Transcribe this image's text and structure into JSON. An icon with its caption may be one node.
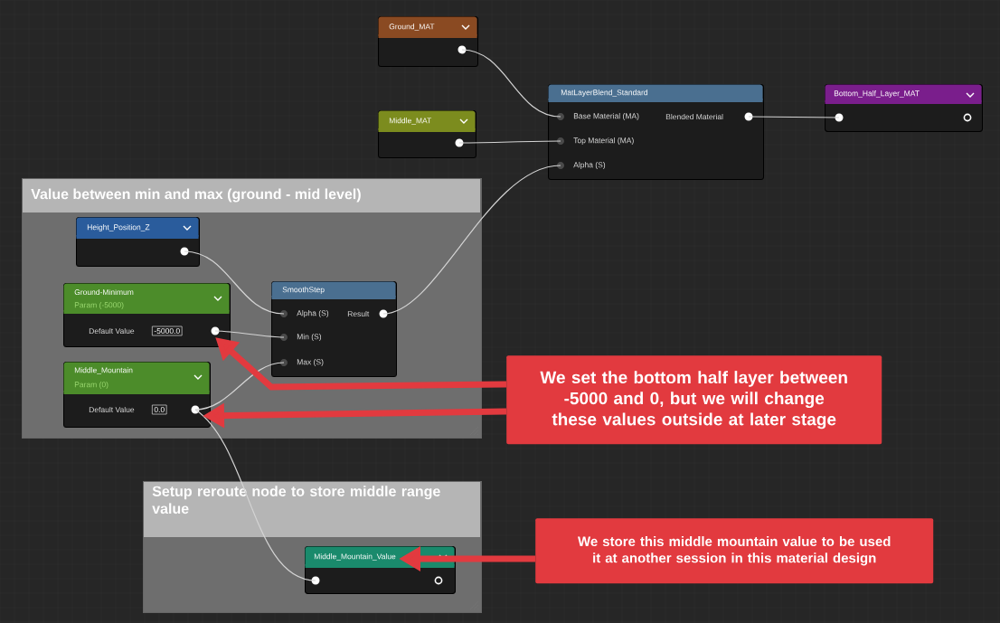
{
  "diagram": {
    "nodes": [
      {
        "text": [
          "Ground_MAT"
        ]
      },
      {
        "text": [
          "Middle_MAT"
        ]
      },
      {
        "text": [
          "MatLayerBlend_Standard",
          "Base Material (MA)",
          "Blended Material",
          "Top Material (MA)",
          "Alpha (S)"
        ]
      },
      {
        "text": [
          "Bottom_Half_Layer_MAT"
        ]
      },
      {
        "text": [
          "Value between min and max (ground - mid level)"
        ]
      },
      {
        "text": [
          "Height_Position_Z"
        ],
        "in": 4
      },
      {
        "text": [
          "Ground-Minimum",
          "Param (-5000)",
          "Default Value",
          "-5000.0"
        ],
        "in": 4
      },
      {
        "text": [
          "Middle_Mountain",
          "Param (0)",
          "Default Value",
          "0.0"
        ],
        "in": 4
      },
      {
        "text": [
          "SmoothStep",
          "Alpha (S)",
          "Result",
          "Min (S)",
          "Max (S)"
        ],
        "in": 4
      },
      {
        "text": [
          "Setup reroute node to store middle range value"
        ]
      },
      {
        "text": [
          "Middle_Mountain_Value"
        ],
        "in": 9
      },
      {
        "text": [
          "We set the bottom half layer between -5000 and 0, but we will change these values outside at later stage"
        ]
      },
      {
        "text": [
          "We store this middle mountain value to be used it at another session in this material design"
        ]
      }
    ],
    "edges": [
      {
        "from": 0,
        "to": 2,
        "arrow": "none"
      },
      {
        "from": 1,
        "to": 2,
        "arrow": "none"
      },
      {
        "from": 2,
        "to": 3,
        "arrow": "none"
      },
      {
        "from": 5,
        "to": 8,
        "arrow": "none"
      },
      {
        "from": 6,
        "to": 8,
        "arrow": "none"
      },
      {
        "from": 7,
        "to": 8,
        "arrow": "none"
      },
      {
        "from": 8,
        "to": 2,
        "arrow": "none"
      },
      {
        "from": 7,
        "to": 10,
        "arrow": "none"
      },
      {
        "from": 11,
        "to": 6,
        "arrow": "to",
        "style": "thick",
        "color": "#e23a3f"
      },
      {
        "from": 11,
        "to": 7,
        "arrow": "to",
        "style": "thick",
        "color": "#e23a3f"
      },
      {
        "from": 12,
        "to": 10,
        "arrow": "to",
        "style": "thick",
        "color": "#e23a3f"
      }
    ]
  }
}
